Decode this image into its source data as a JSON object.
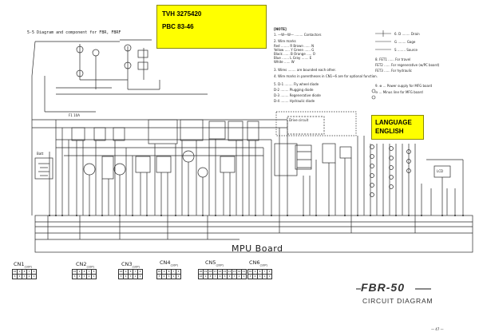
{
  "notes": {
    "tvh": {
      "line1": "TVH 3275420",
      "line2": "PBC 83-46"
    },
    "language": {
      "line1": "LANGUAGE",
      "line2": "ENGLISH"
    }
  },
  "heading": "5-5 Diagram and component for FBR, FBRF",
  "legend": {
    "title": "[NOTE]",
    "items": [
      "1. —W—W— ........ Contactors",
      "2. Wire marks",
      "   Red ........ R        Brown ...... N",
      "   Yellow ..... Y        Green ...... G",
      "   Black ...... B        Orange ..... O",
      "   Blue ....... L        Gray ....... E",
      "   White ...... W",
      "3. Wires ........ are bounded each other.",
      "4. Wire marks in parentheses in CN1~6 are for optional function.",
      "5. D-1 ........ Fly wheel diode",
      "   D-2 ........ Plugging diode",
      "   D-3 ........ Regenerative diode",
      "   D-4 ........ Hydraulic diode"
    ],
    "fet": [
      "6.  D ........ Drain",
      "    G ........ Gage",
      "    S ........ Source",
      "8. FET1 ...... For travel",
      "   FET2 ...... For regenerative (w/PC board)",
      "   FET3 ...... For hydraulic",
      "9. ⊕ ... Power supply for MFG board",
      "   ⊖ ... Minus line for MFG board"
    ]
  },
  "board": {
    "label": "MPU Board"
  },
  "connectors": [
    {
      "name": "CN1",
      "sub": "(10P)"
    },
    {
      "name": "CN2",
      "sub": "(10P)"
    },
    {
      "name": "CN3",
      "sub": "(10P)"
    },
    {
      "name": "CN4",
      "sub": "(10P)"
    },
    {
      "name": "CN5",
      "sub": "(20P)"
    },
    {
      "name": "CN6",
      "sub": "(10P)"
    }
  ],
  "title": "FBR-50",
  "subtitle": "CIRCUIT DIAGRAM",
  "page_number": "— 47 —",
  "component_labels": {
    "lcd": "LCD",
    "battery": "Batt",
    "fuse": "F1 10A",
    "board_box": "Drive circuit"
  }
}
